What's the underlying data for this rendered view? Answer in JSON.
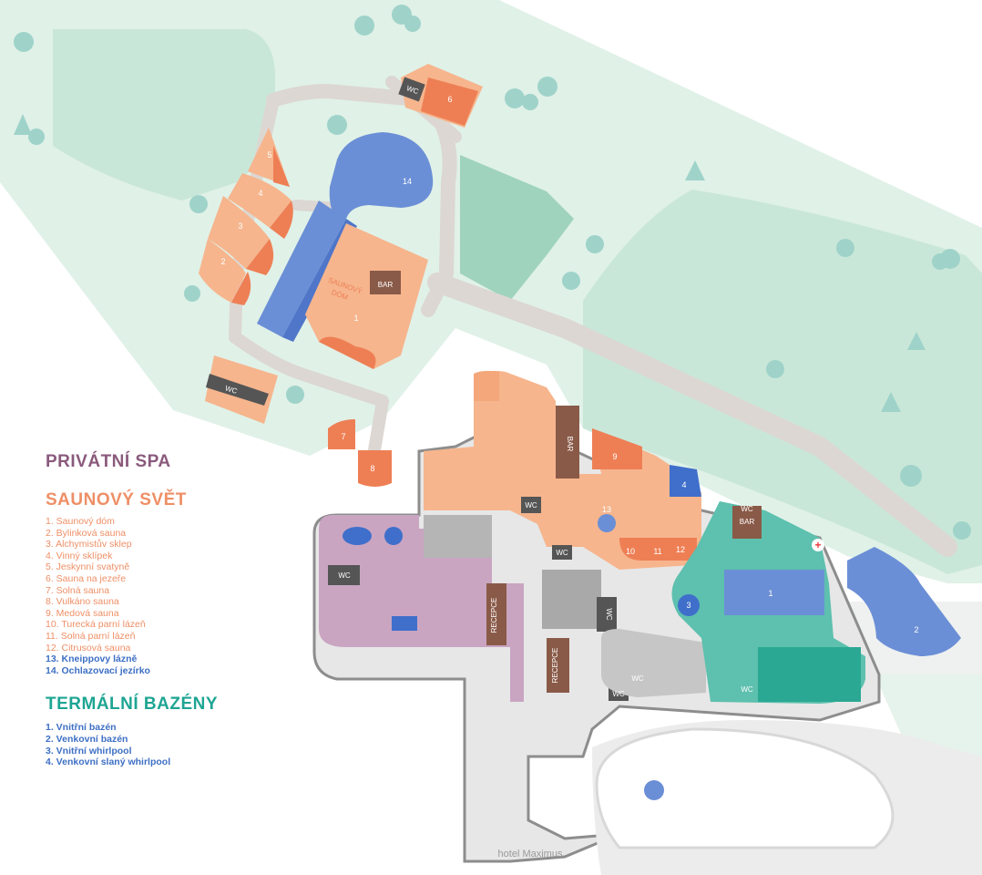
{
  "legend": {
    "private_spa": "PRIVÁTNÍ SPA",
    "sauna_world": {
      "title": "SAUNOVÝ SVĚT",
      "items": [
        "1. Saunový dóm",
        "2. Bylinková sauna",
        "3. Alchymistův sklep",
        "4. Vinný sklípek",
        "5. Jeskynní svatyně",
        "6. Sauna na jezeře",
        "7. Solná sauna",
        "8. Vulkáno sauna",
        "9. Medová sauna",
        "10. Turecká parní lázeň",
        "11. Solná parní lázeň",
        "12. Citrusová sauna",
        "13. Kneippovy lázně",
        "14. Ochlazovací jezírko"
      ]
    },
    "thermal_pools": {
      "title": "TERMÁLNÍ BAZÉNY",
      "items": [
        "1. Vnitřní bazén",
        "2. Venkovní bazén",
        "3. Vnitřní whirlpool",
        "4. Venkovní slaný whirlpool"
      ]
    }
  },
  "map_labels": {
    "sauna_dome_line1": "SAUNOVÝ",
    "sauna_dome_line2": "DÓM",
    "bar": "BAR",
    "wc": "WC",
    "reception": "RECEPCE",
    "hotel": "hotel Maximus",
    "first_aid": "+"
  },
  "sauna_numbers": [
    "1",
    "2",
    "3",
    "4",
    "5",
    "6",
    "7",
    "8",
    "9",
    "10",
    "11",
    "12",
    "13",
    "14"
  ],
  "pool_numbers": [
    "1",
    "2",
    "3",
    "4"
  ],
  "colors": {
    "grass_light": "#e0f1e8",
    "grass": "#c9e7d8",
    "grass_dark": "#9fd3bd",
    "path": "#dcd7d2",
    "sauna": "#f6b58d",
    "sauna_dark": "#ee7f55",
    "pool": "#6b8fd6",
    "pool_dark": "#3f6fcb",
    "thermal": "#5ec0ae",
    "thermal_dark": "#2aa893",
    "private": "#c9a5c2",
    "private_dark": "#a47a9b",
    "service": "#a9a9a9",
    "bar_brown": "#8a5a48",
    "tree": "#9fd3ca"
  }
}
